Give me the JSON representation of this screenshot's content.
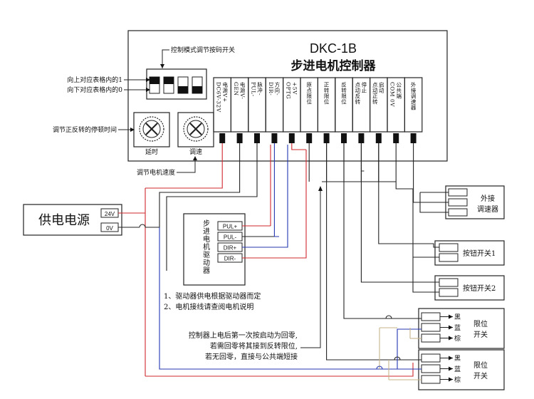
{
  "controller": {
    "model": "DKC-1B",
    "name": "步进电机控制器",
    "dip_switch_label": "控制模式调节按码开关",
    "dip_up_label": "向上对应表格内的1",
    "dip_down_label": "向下对应表格内的0",
    "stop_time_label": "调节正反转的停顿时间",
    "knob_delay": "延时",
    "knob_speed": "调速",
    "speed_label": "调节电机速度",
    "terminals": [
      {
        "l1": "电源V+",
        "l2": "DC6V-32V"
      },
      {
        "l1": "电源V-",
        "l2": "GEN"
      },
      {
        "l1": "脉冲-",
        "l2": "PUL-"
      },
      {
        "l1": "方向-",
        "l2": "DIR-"
      },
      {
        "l1": "+5V",
        "l2": "OPTG"
      },
      {
        "l1": "原点限位",
        "l2": ""
      },
      {
        "l1": "正转限位",
        "l2": ""
      },
      {
        "l1": "反转限位",
        "l2": ""
      },
      {
        "l1": "停止",
        "l2": "点动反转"
      },
      {
        "l1": "启动",
        "l2": "点动正转"
      },
      {
        "l1": "公共端",
        "l2": "COM 0V"
      },
      {
        "l1": "外接调速器",
        "l2": ""
      }
    ]
  },
  "power": {
    "label": "供电电源",
    "plus": "24V",
    "minus": "0V"
  },
  "driver": {
    "label": "步进电机驱动器",
    "pins": [
      "PUL+",
      "PUL-",
      "DIR+",
      "DIR-"
    ]
  },
  "notes": [
    "1、驱动器供电根据驱动器而定",
    "2、电机接线请查阅电机说明"
  ],
  "home_note": [
    "控制器上电后第一次按启动为回零,",
    "若需回零将其接到反转限位,",
    "若无回零，直接与公共端短接"
  ],
  "ext_speed": {
    "label1": "外接",
    "label2": "调速器"
  },
  "button1": "按钮开关1",
  "button2": "按钮开关2",
  "limit_switch": {
    "label1": "限位",
    "label2": "开关",
    "wires": [
      "黑",
      "蓝",
      "棕"
    ]
  },
  "colors": {
    "red": "#d0282e",
    "blue": "#2436b0",
    "tan": "#c8b48a"
  }
}
